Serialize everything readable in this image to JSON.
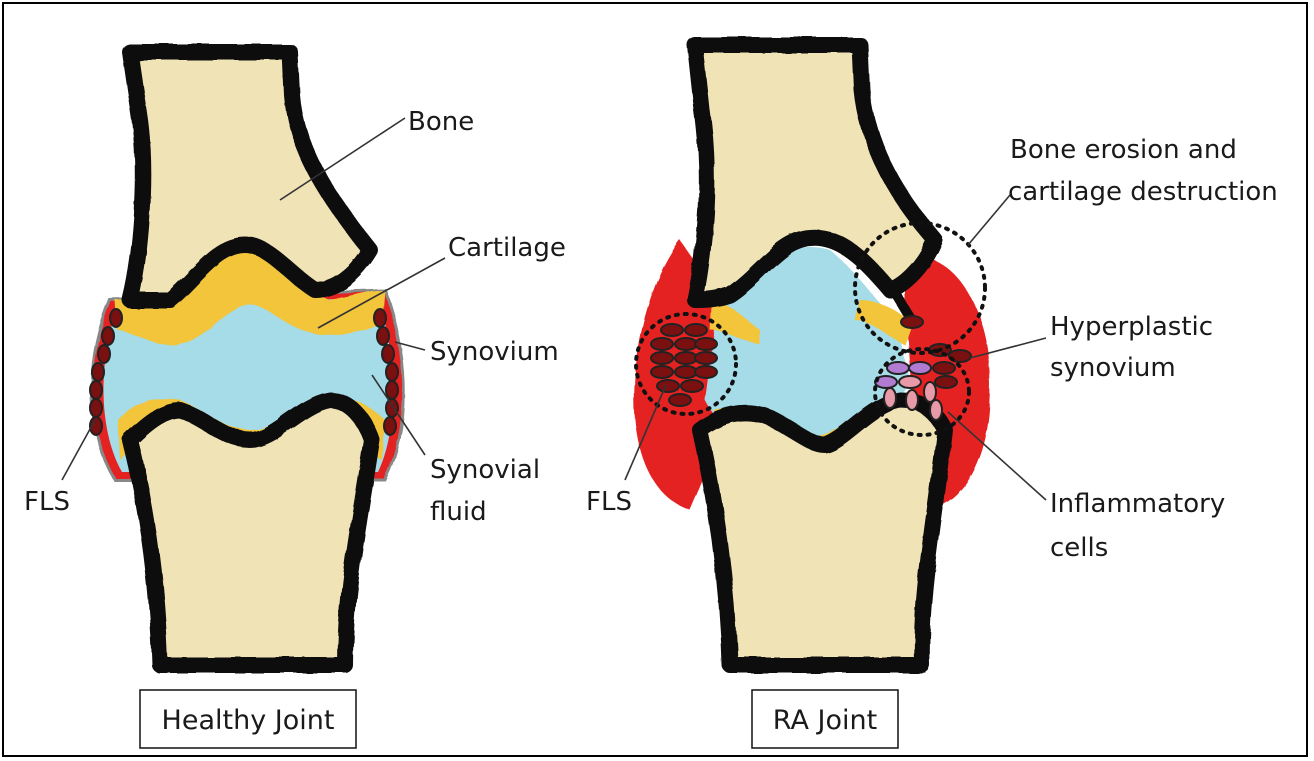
{
  "healthy": {
    "caption": "Healthy Joint",
    "labels": {
      "bone": "Bone",
      "cartilage": "Cartilage",
      "synovium": "Synovium",
      "synovial_fluid_1": "Synovial",
      "synovial_fluid_2": "fluid",
      "fls": "FLS"
    }
  },
  "ra": {
    "caption": "RA Joint",
    "labels": {
      "erosion_1": "Bone erosion and",
      "erosion_2": "cartilage destruction",
      "hyperplastic_1": "Hyperplastic",
      "hyperplastic_2": "synovium",
      "inflammatory_1": "Inflammatory",
      "inflammatory_2": "cells",
      "fls": "FLS"
    }
  },
  "colors": {
    "bone": "#f0e3b5",
    "outline": "#111111",
    "cartilage": "#f2c53a",
    "fluid": "#a6dbe8",
    "synovium": "#e52424",
    "fls_cell": "#7a1010",
    "inflammatory_cell": "#e89aa8"
  }
}
